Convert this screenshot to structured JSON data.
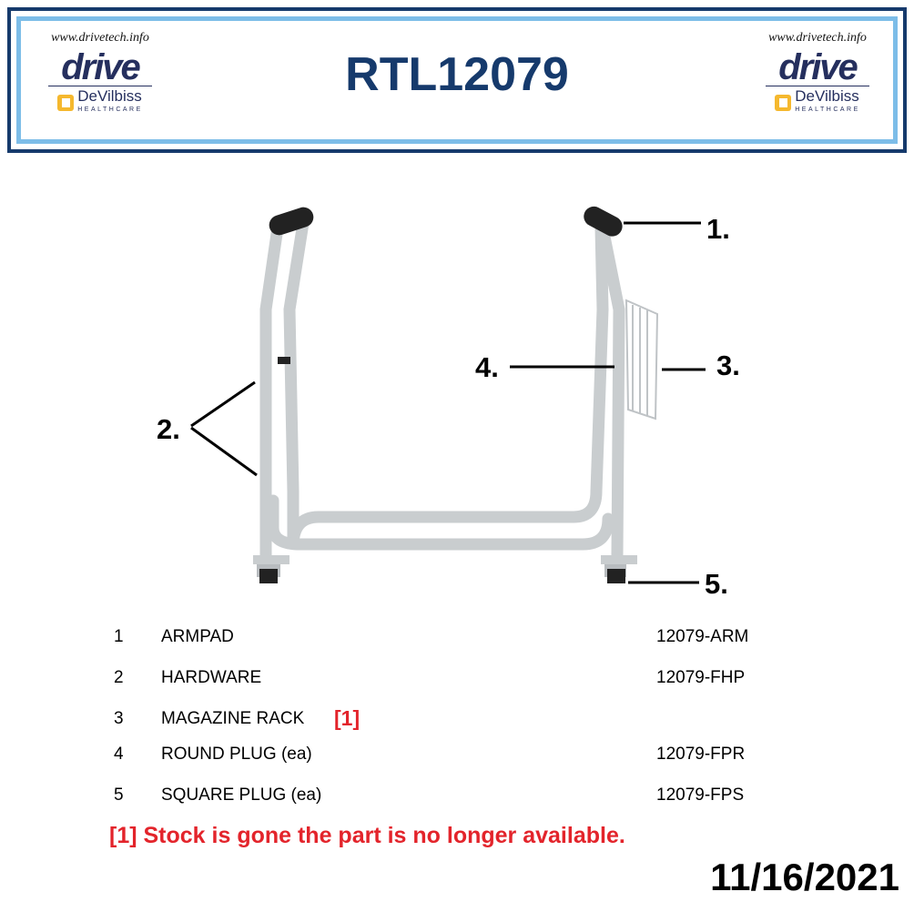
{
  "header": {
    "title": "RTL12079",
    "left_logo": {
      "url": "www.drivetech.info",
      "brand": "drive",
      "sub_brand": "DeVilbiss",
      "sub_brand_tag": "HEALTHCARE"
    },
    "right_logo": {
      "url": "www.drivetech.info",
      "brand": "drive",
      "sub_brand": "DeVilbiss",
      "sub_brand_tag": "HEALTHCARE"
    }
  },
  "callouts": [
    "1.",
    "2.",
    "3.",
    "4.",
    "5."
  ],
  "parts": [
    {
      "num": "1",
      "name": "ARMPAD",
      "note": "",
      "part_no": "12079-ARM"
    },
    {
      "num": "2",
      "name": "HARDWARE",
      "note": "",
      "part_no": "12079-FHP"
    },
    {
      "num": "3",
      "name": "MAGAZINE RACK",
      "note": "[1]",
      "part_no": ""
    },
    {
      "num": "4",
      "name": "ROUND PLUG (ea)",
      "note": "",
      "part_no": "12079-FPR"
    },
    {
      "num": "5",
      "name": "SQUARE PLUG (ea)",
      "note": "",
      "part_no": "12079-FPS"
    }
  ],
  "footnote": "[1] Stock is gone the part is no longer available.",
  "date": "11/16/2021",
  "colors": {
    "navy": "#163a6c",
    "light_blue": "#7dbde8",
    "red": "#e3242b"
  }
}
